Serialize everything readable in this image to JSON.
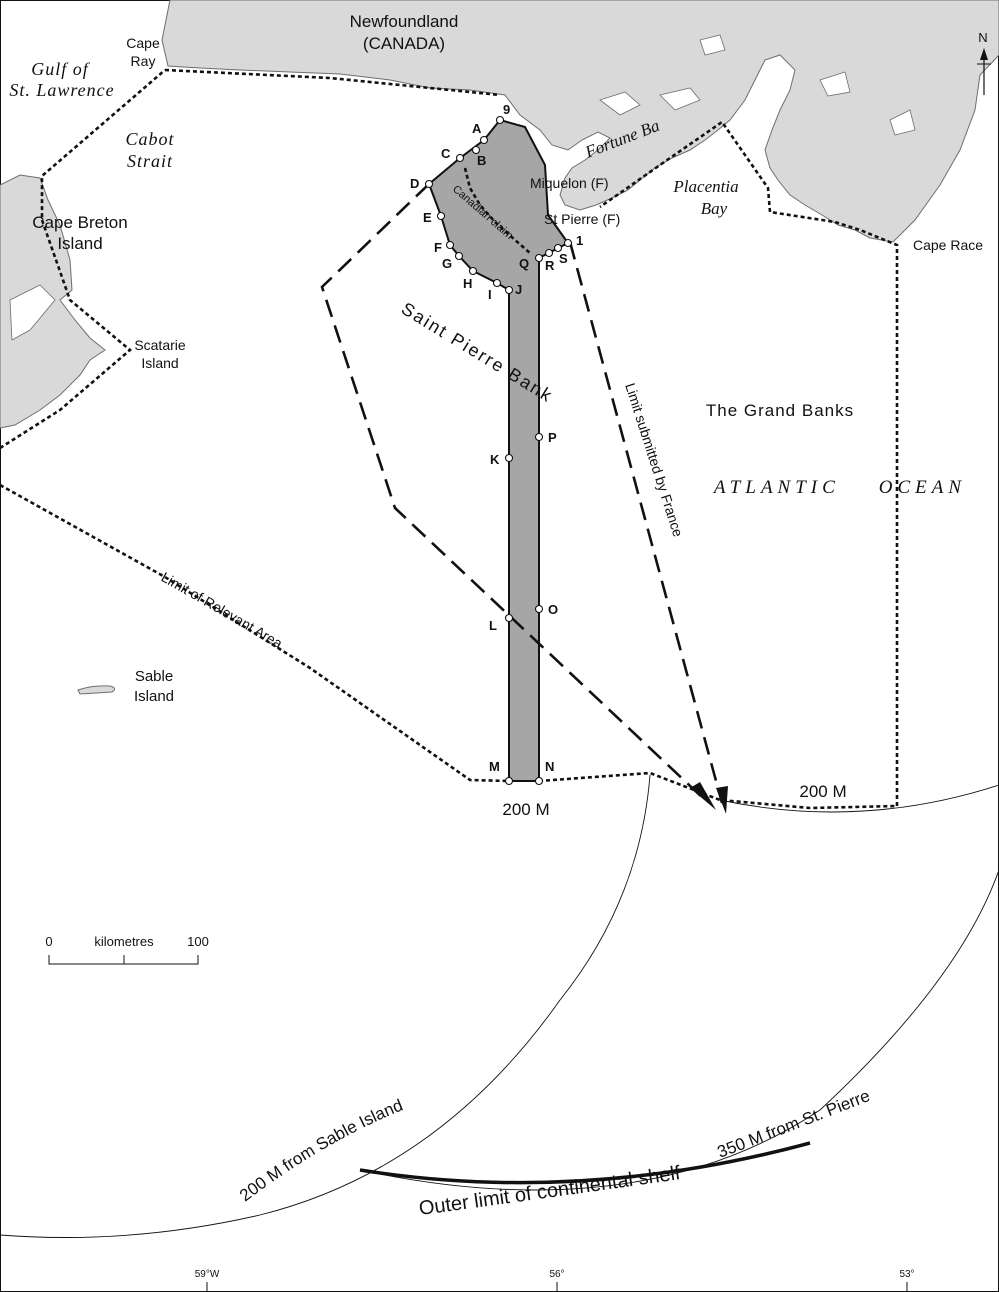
{
  "labels": {
    "newfoundland": "Newfoundland",
    "canada": "(CANADA)",
    "cape_ray_1": "Cape",
    "cape_ray_2": "Ray",
    "gulf_1": "Gulf of",
    "gulf_2": "St. Lawrence",
    "cabot_1": "Cabot",
    "cabot_2": "Strait",
    "cape_breton_1": "Cape Breton",
    "cape_breton_2": "Island",
    "scatarie_1": "Scatarie",
    "scatarie_2": "Island",
    "sable_1": "Sable",
    "sable_2": "Island",
    "fortune_bay": "Fortune Bay",
    "placentia_1": "Placentia",
    "placentia_2": "Bay",
    "cape_race": "Cape Race",
    "miquelon": "Miquelon (F)",
    "st_pierre": "St Pierre (F)",
    "canadian_claim": "Canadian claim",
    "saint_pierre_bank": "Saint Pierre Bank",
    "limit_france": "Limit submitted by France",
    "grand_banks": "The Grand Banks",
    "atlantic": "ATLANTIC    OCEAN",
    "limit_relevant": "Limit of Relevant Area",
    "m200_left": "200 M",
    "m200_right": "200 M",
    "sable_200": "200 M from Sable Island",
    "stpierre_350": "350 M from St. Pierre",
    "outer_limit": "Outer limit of continental shelf",
    "north": "N"
  },
  "scale_bar": {
    "start": "0",
    "unit": "kilometres",
    "end": "100"
  },
  "longitudes": [
    "59°W",
    "56°",
    "53°"
  ],
  "points": {
    "A": "A",
    "B": "B",
    "C": "C",
    "D": "D",
    "E": "E",
    "F": "F",
    "G": "G",
    "H": "H",
    "I": "I",
    "J": "J",
    "K": "K",
    "L": "L",
    "M": "M",
    "N": "N",
    "O": "O",
    "P": "P",
    "Q": "Q",
    "R": "R",
    "S": "S",
    "p1": "1",
    "p9": "9"
  },
  "colors": {
    "land": "#d9d9d9",
    "zone": "#a6a6a6",
    "line": "#111111"
  }
}
